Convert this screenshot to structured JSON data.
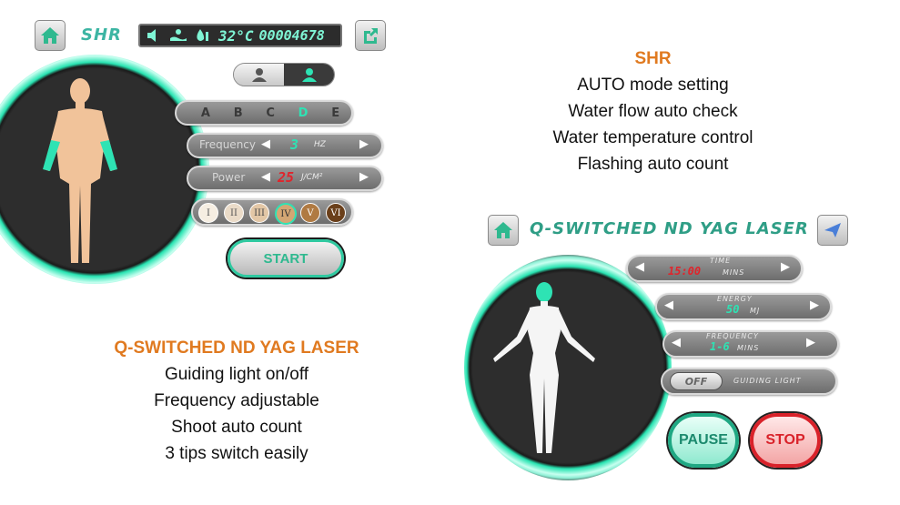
{
  "shr_panel": {
    "title": "SHR",
    "status": {
      "temperature": "32°C",
      "counter": "00004678",
      "icons": [
        "speaker-icon",
        "water-flow-icon",
        "water-temp-icon"
      ]
    },
    "skin_type_toggle": [
      "female-profile-icon",
      "male-profile-icon"
    ],
    "tips": [
      "A",
      "B",
      "C",
      "D",
      "E"
    ],
    "selected_tip": "D",
    "frequency": {
      "label": "Frequency",
      "value": "3",
      "unit": "HZ"
    },
    "power": {
      "label": "Power",
      "value": "25",
      "unit": "J/CM²"
    },
    "skin_types": [
      "I",
      "II",
      "III",
      "IV",
      "V",
      "VI"
    ],
    "selected_skin_type": "IV",
    "start_label": "START"
  },
  "yag_panel": {
    "title": "Q-SWITCHED ND YAG LASER",
    "time": {
      "label": "TIME",
      "value": "15:00",
      "unit": "MINS"
    },
    "energy": {
      "label": "ENERGY",
      "value": "50",
      "unit": "MJ"
    },
    "frequency": {
      "label": "FREQUENCY",
      "value": "1-6",
      "unit": "MINS"
    },
    "guiding_light": {
      "toggle": "OFF",
      "label": "GUIDING LIGHT"
    },
    "pause_label": "PAUSE",
    "stop_label": "STOP"
  },
  "shr_description": {
    "heading": "SHR",
    "lines": [
      "AUTO mode setting",
      "Water flow auto check",
      "Water temperature control",
      "Flashing auto count"
    ]
  },
  "yag_description": {
    "heading": "Q-SWITCHED ND YAG LASER",
    "lines": [
      "Guiding light on/off",
      "Frequency adjustable",
      "Shoot auto count",
      "3 tips switch easily"
    ]
  },
  "colors": {
    "accent": "#2ee3b4",
    "highlight": "#e07a20",
    "danger": "#e0242b",
    "bar": "#7d7d7d"
  }
}
